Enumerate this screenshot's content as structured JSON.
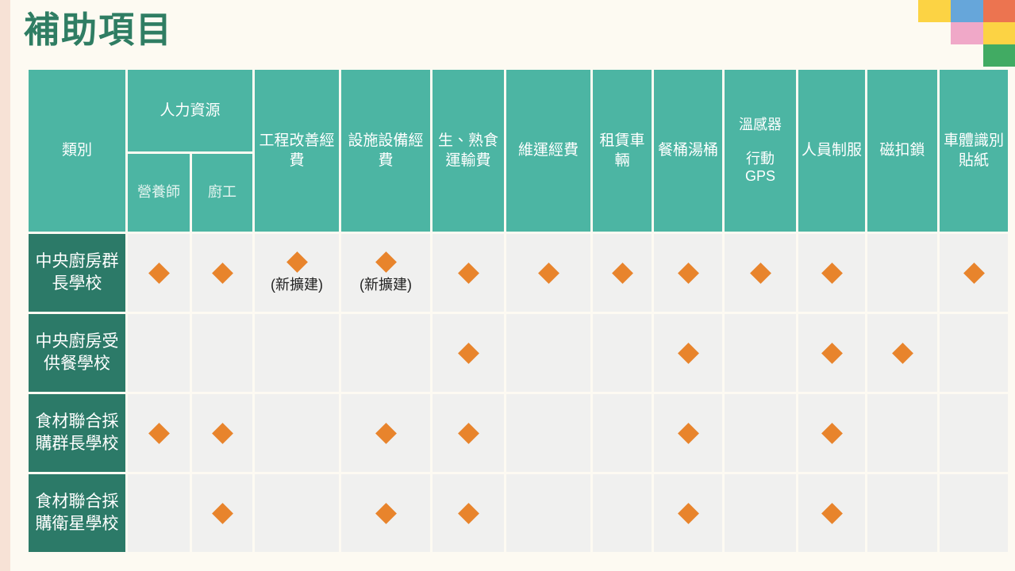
{
  "page": {
    "title": "補助項目",
    "background_color": "#fdfaf2",
    "title_color": "#2f7d63",
    "left_strip_color": "#f7e2d6"
  },
  "decoration": {
    "corner_blocks": [
      {
        "name": "yellow-block",
        "color": "#fcd344"
      },
      {
        "name": "blue-block",
        "color": "#66a6da"
      },
      {
        "name": "orange-block",
        "color": "#ec7450"
      },
      {
        "name": "empty-block",
        "color": ""
      },
      {
        "name": "pink-block",
        "color": "#f0a8c8"
      },
      {
        "name": "yellow-block-2",
        "color": "#fcd344"
      },
      {
        "name": "empty-block-2",
        "color": ""
      },
      {
        "name": "empty-block-3",
        "color": ""
      },
      {
        "name": "green-block",
        "color": "#41ab63"
      }
    ]
  },
  "table": {
    "header_bg": "#4cb5a3",
    "rowlabel_bg": "#2c7a68",
    "cell_bg": "#f0f0ef",
    "marker_color": "#e8842c",
    "corner_label": "類別",
    "group_label": "人力資源",
    "sub_headers": [
      "營養師",
      "廚工"
    ],
    "columns": [
      {
        "key": "nutritionist",
        "label": "營養師",
        "group": "人力資源"
      },
      {
        "key": "kitchen_worker",
        "label": "廚工",
        "group": "人力資源"
      },
      {
        "key": "engineering",
        "label": "工程改善經費"
      },
      {
        "key": "facility",
        "label": "設施設備經費"
      },
      {
        "key": "food_transport",
        "label": "生、熟食運輸費"
      },
      {
        "key": "maintenance",
        "label": "維運經費"
      },
      {
        "key": "vehicle_lease",
        "label": "租賃車輛"
      },
      {
        "key": "food_bucket",
        "label": "餐桶湯桶"
      },
      {
        "key": "temp_sensor_gps",
        "label_line1": "溫感器",
        "label_line2": "行動",
        "label_line3": "GPS"
      },
      {
        "key": "uniform",
        "label": "人員制服"
      },
      {
        "key": "magnetic_lock",
        "label": "磁扣鎖"
      },
      {
        "key": "vehicle_sticker",
        "label": "車體識別貼紙"
      }
    ],
    "rows": [
      {
        "label": "中央廚房群長學校",
        "cells": [
          {
            "marker": true
          },
          {
            "marker": true
          },
          {
            "marker": true,
            "note": "(新擴建)"
          },
          {
            "marker": true,
            "note": "(新擴建)"
          },
          {
            "marker": true
          },
          {
            "marker": true
          },
          {
            "marker": true
          },
          {
            "marker": true
          },
          {
            "marker": true
          },
          {
            "marker": true
          },
          {
            "marker": false
          },
          {
            "marker": true
          }
        ]
      },
      {
        "label": "中央廚房受供餐學校",
        "cells": [
          {
            "marker": false
          },
          {
            "marker": false
          },
          {
            "marker": false
          },
          {
            "marker": false
          },
          {
            "marker": true
          },
          {
            "marker": false
          },
          {
            "marker": false
          },
          {
            "marker": true
          },
          {
            "marker": false
          },
          {
            "marker": true
          },
          {
            "marker": true
          },
          {
            "marker": false
          }
        ]
      },
      {
        "label": "食材聯合採購群長學校",
        "cells": [
          {
            "marker": true
          },
          {
            "marker": true
          },
          {
            "marker": false
          },
          {
            "marker": true
          },
          {
            "marker": true
          },
          {
            "marker": false
          },
          {
            "marker": false
          },
          {
            "marker": true
          },
          {
            "marker": false
          },
          {
            "marker": true
          },
          {
            "marker": false
          },
          {
            "marker": false
          }
        ]
      },
      {
        "label": "食材聯合採購衛星學校",
        "cells": [
          {
            "marker": false
          },
          {
            "marker": true
          },
          {
            "marker": false
          },
          {
            "marker": true
          },
          {
            "marker": true
          },
          {
            "marker": false
          },
          {
            "marker": false
          },
          {
            "marker": true
          },
          {
            "marker": false
          },
          {
            "marker": true
          },
          {
            "marker": false
          },
          {
            "marker": false
          }
        ]
      }
    ]
  }
}
